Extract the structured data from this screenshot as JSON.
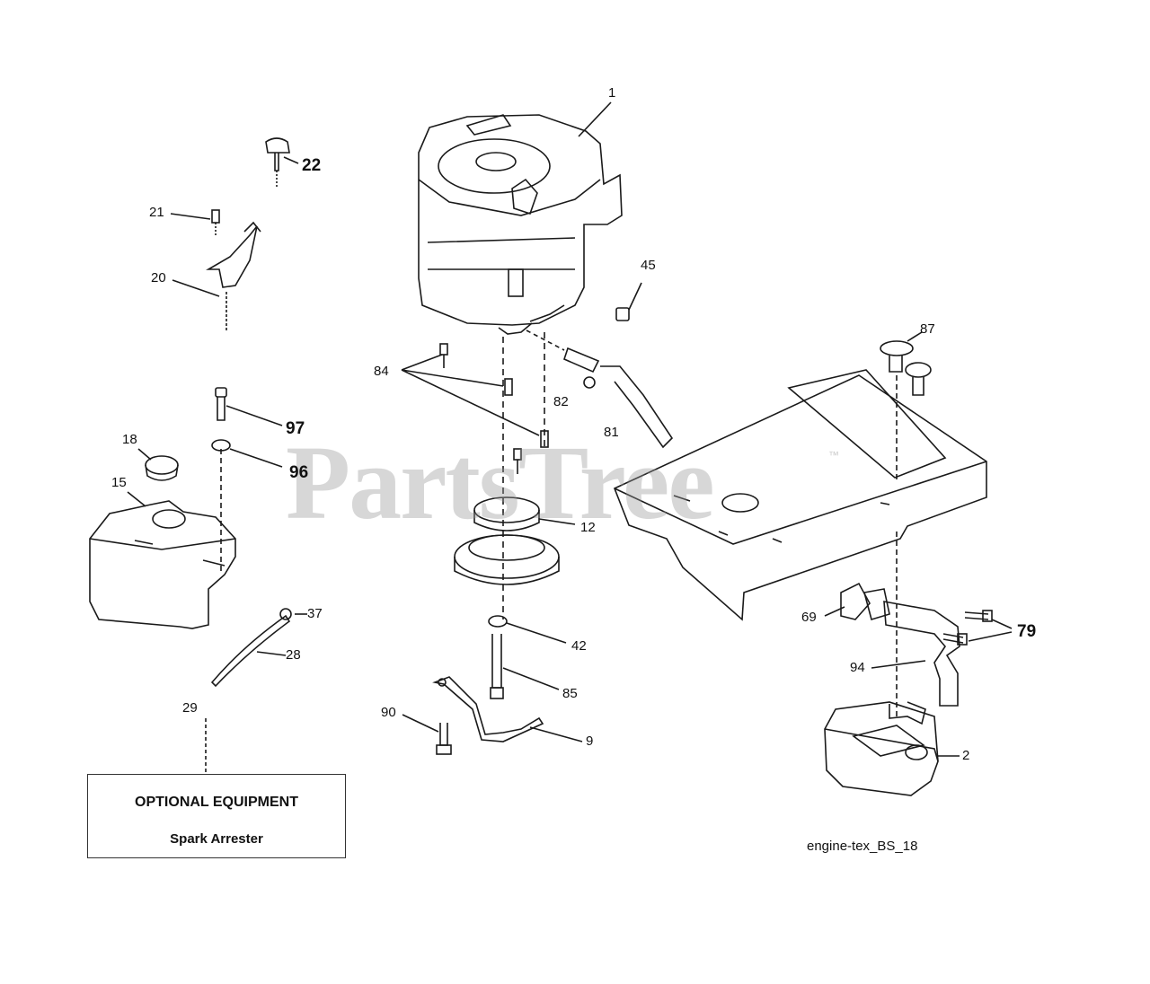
{
  "watermark": {
    "text": "PartsTree",
    "tm": "™"
  },
  "callouts": [
    {
      "id": "1",
      "label": "1"
    },
    {
      "id": "22",
      "label": "22"
    },
    {
      "id": "21",
      "label": "21"
    },
    {
      "id": "20",
      "label": "20"
    },
    {
      "id": "45",
      "label": "45"
    },
    {
      "id": "84",
      "label": "84"
    },
    {
      "id": "82",
      "label": "82"
    },
    {
      "id": "81",
      "label": "81"
    },
    {
      "id": "87",
      "label": "87"
    },
    {
      "id": "97",
      "label": "97"
    },
    {
      "id": "96",
      "label": "96"
    },
    {
      "id": "18",
      "label": "18"
    },
    {
      "id": "15",
      "label": "15"
    },
    {
      "id": "12",
      "label": "12"
    },
    {
      "id": "37",
      "label": "37"
    },
    {
      "id": "28",
      "label": "28"
    },
    {
      "id": "42",
      "label": "42"
    },
    {
      "id": "69",
      "label": "69"
    },
    {
      "id": "79",
      "label": "79"
    },
    {
      "id": "94",
      "label": "94"
    },
    {
      "id": "85",
      "label": "85"
    },
    {
      "id": "90",
      "label": "90"
    },
    {
      "id": "9",
      "label": "9"
    },
    {
      "id": "29",
      "label": "29"
    },
    {
      "id": "2",
      "label": "2"
    }
  ],
  "optional_equipment": {
    "title": "OPTIONAL EQUIPMENT",
    "item": "Spark Arrester"
  },
  "diagram_code": "engine-tex_BS_18",
  "colors": {
    "line": "#1a1a1a",
    "watermark": "#969696",
    "background": "#ffffff"
  }
}
